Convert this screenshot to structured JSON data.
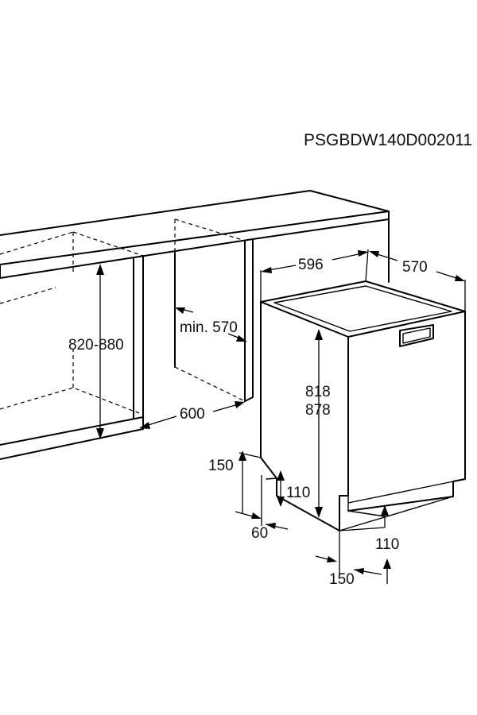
{
  "drawing_code": "PSGBDW140D002011",
  "dimensions": {
    "niche_height": "820-880",
    "niche_depth": "min. 570",
    "niche_width": "600",
    "appliance_width": "596",
    "appliance_depth": "570",
    "appliance_height_min": "818",
    "appliance_height_max": "878",
    "plinth_height_left": "150",
    "plinth_inner_left": "110",
    "plinth_setback_left": "60",
    "plinth_inner_right": "110",
    "plinth_height_right": "150"
  }
}
